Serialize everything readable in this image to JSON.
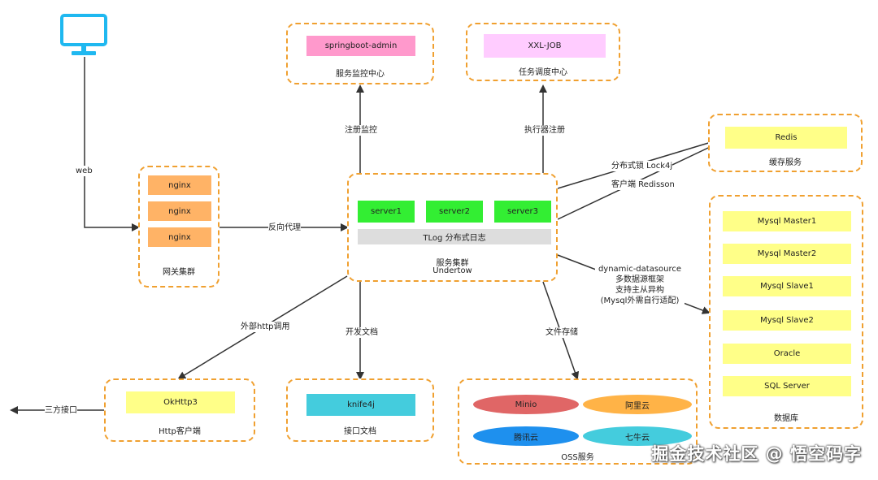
{
  "monitor": {
    "icon": "monitor-icon",
    "color": "#1fb8f0"
  },
  "edges": {
    "web": "web",
    "reverse_proxy": "反向代理",
    "register_monitor": "注册监控",
    "executor_register": "执行器注册",
    "lock": "分布式锁 Lock4j",
    "client": "客户端 Redisson",
    "datasource_lines": [
      "dynamic-datasource",
      "多数据源框架",
      "支持主从异构",
      "(Mysql外需自行适配)"
    ],
    "external_http": "外部http调用",
    "dev_docs": "开发文档",
    "file_storage": "文件存储",
    "third_party": "三方接口"
  },
  "gateway": {
    "caption": "网关集群",
    "items": [
      "nginx",
      "nginx",
      "nginx"
    ]
  },
  "monitor_center": {
    "caption": "服务监控中心",
    "item": "springboot-admin"
  },
  "job_center": {
    "caption": "任务调度中心",
    "item": "XXL-JOB"
  },
  "cache": {
    "caption": "缓存服务",
    "item": "Redis"
  },
  "cluster": {
    "servers": [
      "server1",
      "server2",
      "server3"
    ],
    "tlog": "TLog 分布式日志",
    "caption_line1": "服务集群",
    "caption_line2": "Undertow"
  },
  "database": {
    "caption": "数据库",
    "items": [
      "Mysql Master1",
      "Mysql Master2",
      "Mysql Slave1",
      "Mysql Slave2",
      "Oracle",
      "SQL Server"
    ]
  },
  "http_client": {
    "caption": "Http客户端",
    "item": "OkHttp3"
  },
  "api_docs": {
    "caption": "接口文档",
    "item": "knife4j"
  },
  "oss": {
    "caption": "OSS服务",
    "items": [
      "Minio",
      "阿里云",
      "腾讯云",
      "七牛云"
    ]
  },
  "watermark": "掘金技术社区 @ 悟空码字",
  "colors": {
    "dash": "#f0a030",
    "nginx": "#ffb366",
    "admin": "#ff99cc",
    "xxljob": "#ffccff",
    "yellow": "#ffff88",
    "server": "#33ee33",
    "tlog": "#dddddd",
    "knife": "#44ccdd",
    "minio": "#e06666",
    "aliyun": "#ffb347",
    "tencent": "#1e90ee",
    "qiniu": "#44ccdd"
  }
}
